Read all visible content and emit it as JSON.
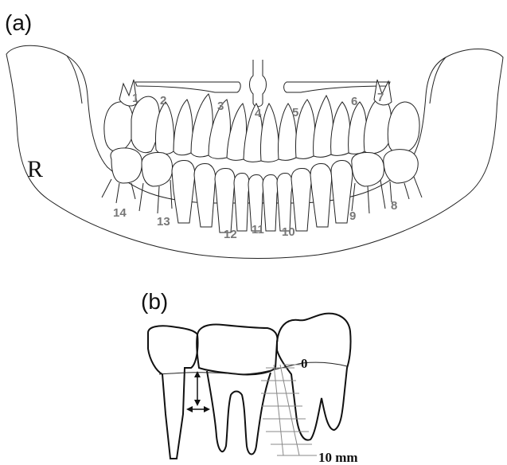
{
  "panels": {
    "a_label": "(a)",
    "b_label": "(b)"
  },
  "panoramic": {
    "side_label": "R",
    "upper_numbers": [
      "1",
      "2",
      "3",
      "4",
      "5",
      "6",
      "7"
    ],
    "lower_numbers": [
      "8",
      "9",
      "10",
      "11",
      "12",
      "13",
      "14"
    ]
  },
  "measurement": {
    "scale_start": "0",
    "scale_end": "10 mm"
  }
}
